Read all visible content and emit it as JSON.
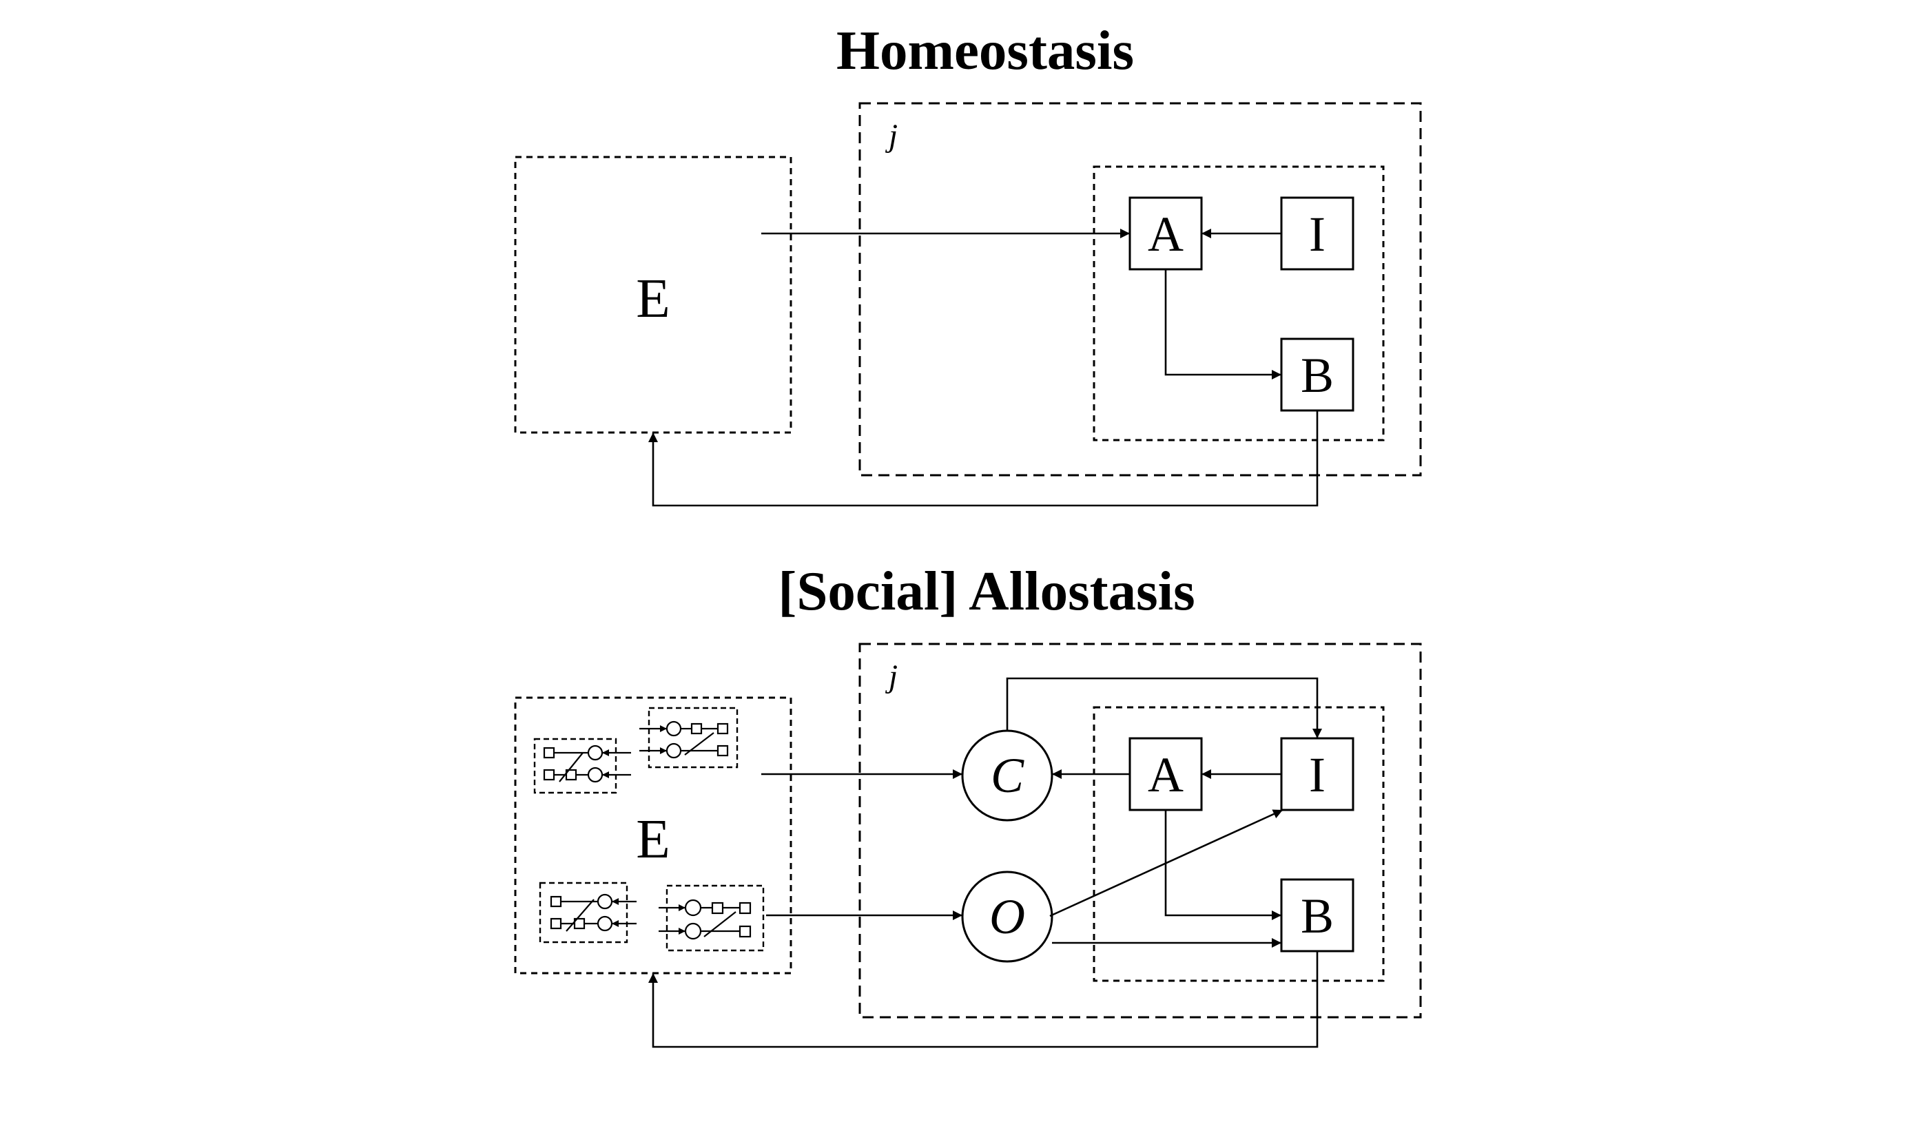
{
  "homeostasis": {
    "title": "Homeostasis",
    "env_label": "E",
    "agent_label": "j",
    "node_a": "A",
    "node_i": "I",
    "node_b": "B"
  },
  "allostasis": {
    "title": "[Social] Allostasis",
    "env_label": "E",
    "agent_label": "j",
    "node_a": "A",
    "node_i": "I",
    "node_b": "B",
    "node_c": "C",
    "node_o": "O"
  }
}
